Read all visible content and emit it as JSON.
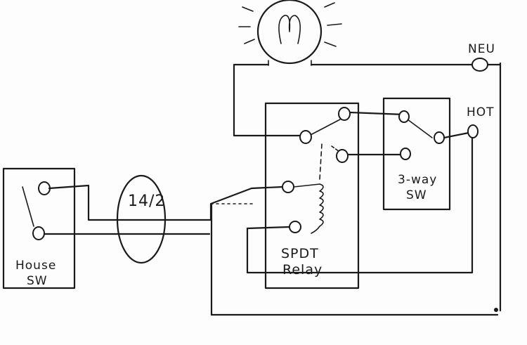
{
  "labels": {
    "neutral": "NEU",
    "hot": "HOT",
    "three_way_line1": "3-way",
    "three_way_line2": "SW",
    "relay_line1": "SPDT",
    "relay_line2": "Relay",
    "house_line1": "House",
    "house_line2": "SW",
    "cable": "14/2"
  }
}
